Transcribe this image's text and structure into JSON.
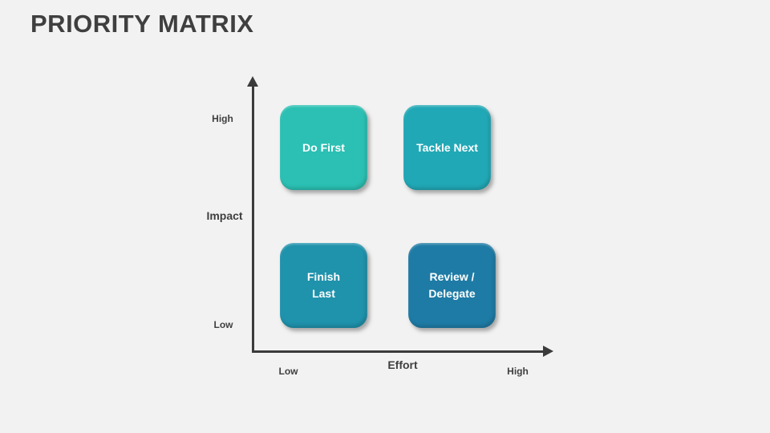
{
  "slide": {
    "title": "PRIORITY MATRIX",
    "background_color": "#F2F2F2",
    "title_color": "#3F3F3F"
  },
  "matrix": {
    "axis_color": "#3B3B3B",
    "label_color": "#3F3F3F",
    "quadrant_text_color": "#FFFFFF",
    "y_axis": {
      "title": "Impact",
      "top_label": "High",
      "bottom_label": "Low"
    },
    "x_axis": {
      "title": "Effort",
      "left_label": "Low",
      "right_label": "High"
    },
    "quadrants": [
      {
        "id": "do-first",
        "lines": [
          "Do First"
        ],
        "color": "#2BC0B3"
      },
      {
        "id": "tackle-next",
        "lines": [
          "Tackle Next"
        ],
        "color": "#21A8B6"
      },
      {
        "id": "finish-last",
        "lines": [
          "Finish",
          "Last"
        ],
        "color": "#1F92AC"
      },
      {
        "id": "review-delegate",
        "lines": [
          "Review /",
          "Delegate"
        ],
        "color": "#1E7BA5"
      }
    ]
  }
}
